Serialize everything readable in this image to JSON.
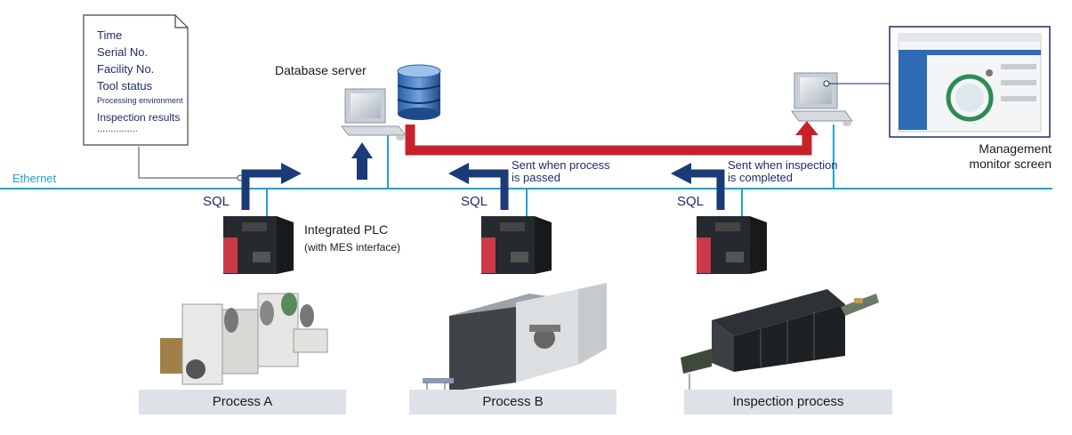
{
  "note": {
    "items": [
      "Time",
      "Serial No.",
      "Facility No.",
      "Tool status",
      "Processing environment",
      "Inspection results",
      "..............."
    ]
  },
  "ethernet_label": "Ethernet",
  "database_label": "Database server",
  "plc_label": "Integrated PLC",
  "plc_sub": "(with MES interface)",
  "sql_label": "SQL",
  "sent_process": [
    "Sent when process",
    "is passed"
  ],
  "sent_inspection": [
    "Sent when inspection",
    "is completed"
  ],
  "monitor_label": [
    "Management",
    "monitor screen"
  ],
  "processes": [
    "Process A",
    "Process B",
    "Inspection process"
  ],
  "colors": {
    "ethernet": "#1aa3d9",
    "arrow_blue": "#1a3a78",
    "arrow_red": "#c8202a",
    "label_bg": "#dde2e8"
  }
}
